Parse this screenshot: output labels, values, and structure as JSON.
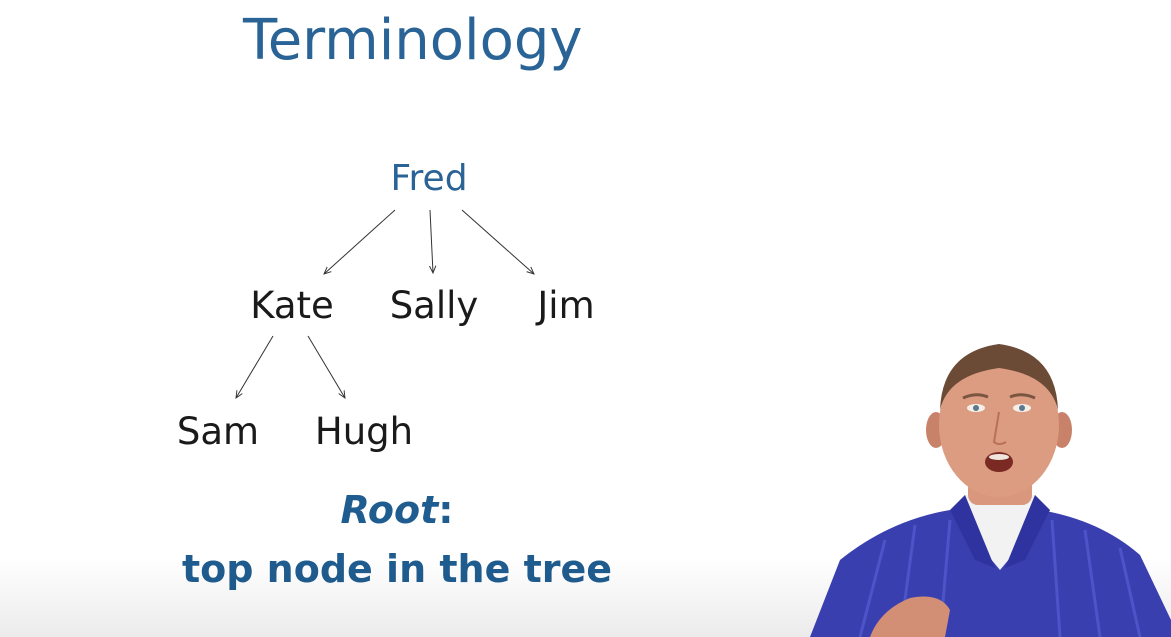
{
  "slide": {
    "title": "Terminology"
  },
  "tree": {
    "nodes": {
      "root": "Fred",
      "kate": "Kate",
      "sally": "Sally",
      "jim": "Jim",
      "sam": "Sam",
      "hugh": "Hugh"
    },
    "edges": [
      [
        "Fred",
        "Kate"
      ],
      [
        "Fred",
        "Sally"
      ],
      [
        "Fred",
        "Jim"
      ],
      [
        "Kate",
        "Sam"
      ],
      [
        "Kate",
        "Hugh"
      ]
    ]
  },
  "definition": {
    "term": "Root",
    "colon": ":",
    "text": "top node in the tree"
  },
  "colors": {
    "accent": "#2a6496",
    "definition": "#1f5c8f",
    "node_text": "#1a1a1a",
    "shirt": "#3a3fb0"
  }
}
